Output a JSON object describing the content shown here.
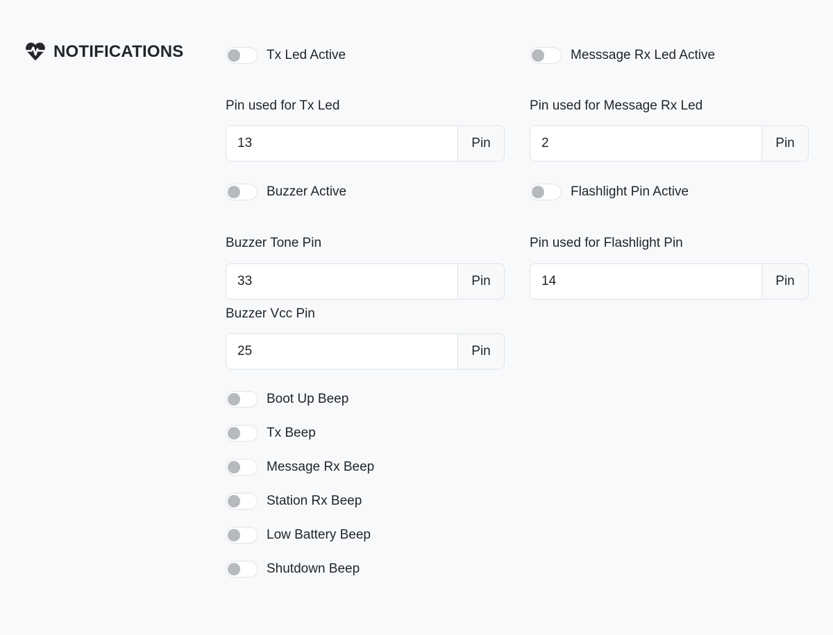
{
  "colors": {
    "page_background": "#f8f9fa",
    "text": "#212529",
    "input_border": "#dee2e6",
    "addon_background": "#f8f9fa",
    "switch_knob": "#b6b9bd",
    "switch_border": "#e2e3e5"
  },
  "header": {
    "title": "NOTIFICATIONS",
    "icon": "heart-pulse-icon"
  },
  "left_column": {
    "tx_led_toggle": {
      "label": "Tx Led Active",
      "state": "off"
    },
    "tx_led_pin": {
      "label": "Pin used for Tx Led",
      "value": "13",
      "addon": "Pin"
    },
    "buzzer_toggle": {
      "label": "Buzzer Active",
      "state": "off"
    },
    "buzzer_tone_pin": {
      "label": "Buzzer Tone Pin",
      "value": "33",
      "addon": "Pin"
    },
    "buzzer_vcc_pin": {
      "label": "Buzzer Vcc Pin",
      "value": "25",
      "addon": "Pin"
    },
    "beep_toggles": [
      {
        "label": "Boot Up Beep",
        "state": "off"
      },
      {
        "label": "Tx Beep",
        "state": "off"
      },
      {
        "label": "Message Rx Beep",
        "state": "off"
      },
      {
        "label": "Station Rx Beep",
        "state": "off"
      },
      {
        "label": "Low Battery Beep",
        "state": "off"
      },
      {
        "label": "Shutdown Beep",
        "state": "off"
      }
    ]
  },
  "right_column": {
    "message_rx_led_toggle": {
      "label": "Messsage Rx Led Active",
      "state": "off"
    },
    "message_rx_pin": {
      "label": "Pin used for Message Rx Led",
      "value": "2",
      "addon": "Pin"
    },
    "flashlight_toggle": {
      "label": "Flashlight Pin Active",
      "state": "off"
    },
    "flashlight_pin": {
      "label": "Pin used for Flashlight Pin",
      "value": "14",
      "addon": "Pin"
    }
  }
}
